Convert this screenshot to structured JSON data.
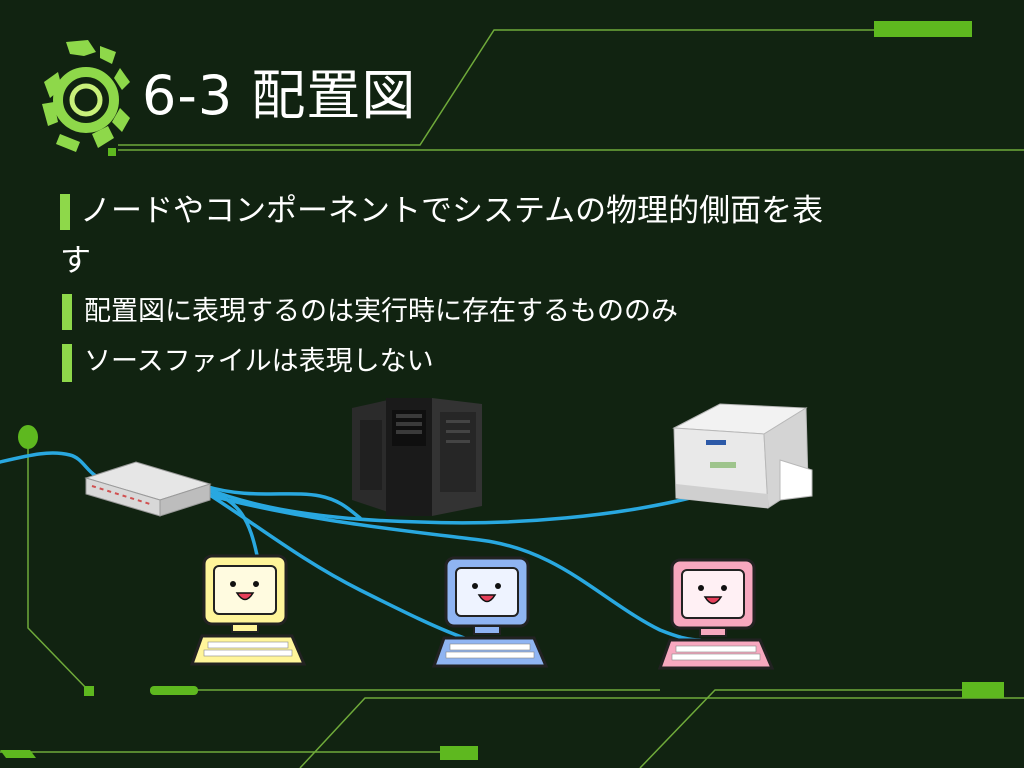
{
  "slide": {
    "title": "6-3 配置図",
    "bullets": [
      {
        "text_line1": "ノードやコンポーネントでシステムの物理的側面を表",
        "text_line2": "す"
      },
      {
        "text": "配置図に表現するのは実行時に存在するもののみ"
      },
      {
        "text": "ソースファイルは表現しない"
      }
    ]
  },
  "illustration": {
    "nodes": [
      "network-hub",
      "server-tower",
      "laser-printer",
      "client-pc-yellow",
      "client-pc-blue",
      "client-pc-pink"
    ],
    "colors": {
      "cable": "#29a8e0",
      "pc_yellow": "#fff59a",
      "pc_blue": "#8fb4f2",
      "pc_pink": "#f7a8bf",
      "accent": "#8ed84a"
    }
  }
}
